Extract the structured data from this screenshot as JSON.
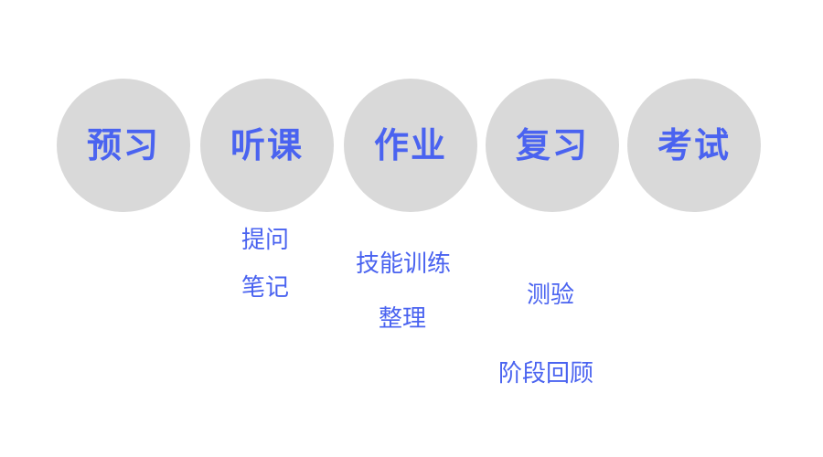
{
  "colors": {
    "circle_fill": "#d9d9d9",
    "text": "#4a63f0",
    "background": "#ffffff"
  },
  "steps": [
    {
      "label": "预习"
    },
    {
      "label": "听课",
      "items": [
        "提问",
        "笔记"
      ]
    },
    {
      "label": "作业",
      "items": [
        "技能训练",
        "整理"
      ]
    },
    {
      "label": "复习",
      "items": [
        "测验",
        "阶段回顾"
      ]
    },
    {
      "label": "考试"
    }
  ]
}
